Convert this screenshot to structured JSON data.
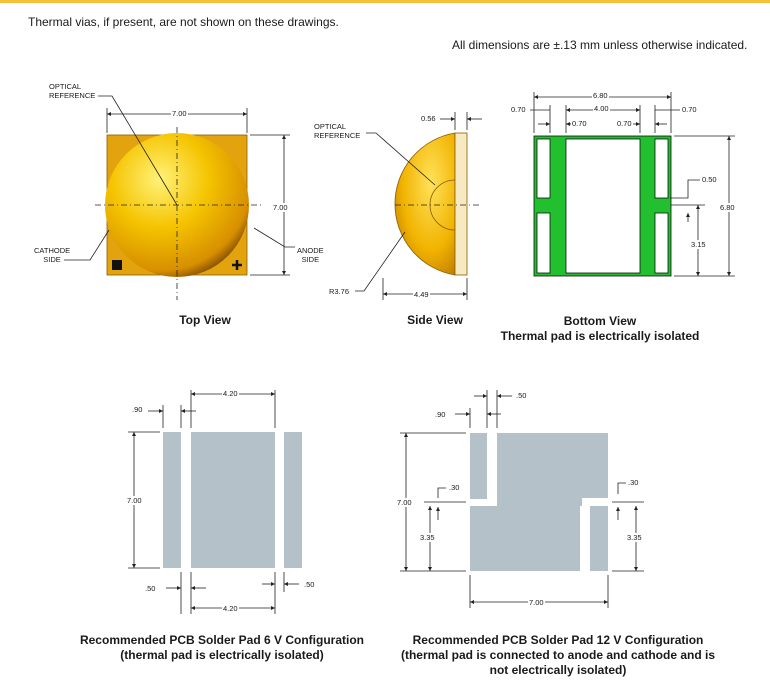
{
  "notes": {
    "thermal_vias": "Thermal vias, if present, are not shown on these drawings.",
    "tolerance": "All dimensions are ±.13 mm unless otherwise indicated."
  },
  "top_view": {
    "caption": "Top View",
    "optical_ref_1": "OPTICAL",
    "optical_ref_2": "REFERENCE",
    "cathode_1": "CATHODE",
    "cathode_2": "SIDE",
    "anode_1": "ANODE",
    "anode_2": "SIDE",
    "dim_width": "7.00",
    "dim_height": "7.00"
  },
  "side_view": {
    "caption": "Side View",
    "optical_ref_1": "OPTICAL",
    "optical_ref_2": "REFERENCE",
    "dim_thickness": "0.56",
    "dim_radius": "R3.76",
    "dim_width": "4.49"
  },
  "bottom_view": {
    "caption_1": "Bottom View",
    "caption_2": "Thermal pad is electrically isolated",
    "dim_total": "6.80",
    "dim_center": "4.00",
    "dim_left_outer": "0.70",
    "dim_left_inner": "0.70",
    "dim_right_inner": "0.70",
    "dim_right_outer": "0.70",
    "dim_gap": "0.50",
    "dim_height": "6.80",
    "dim_half": "3.15"
  },
  "pad_6v": {
    "caption_1": "Recommended PCB Solder Pad 6 V Configuration",
    "caption_2": "(thermal pad is electrically isolated)",
    "dim_top_width": "4.20",
    "dim_bottom_width": "4.20",
    "dim_side_width": ".90",
    "dim_height": "7.00",
    "dim_gap_left": ".50",
    "dim_gap_right": ".50"
  },
  "pad_12v": {
    "caption_1": "Recommended PCB Solder Pad 12 V Configuration",
    "caption_2": "(thermal pad is connected to anode and cathode and is",
    "caption_3": "not electrically isolated)",
    "dim_gap": ".50",
    "dim_side_width": ".90",
    "dim_height": "7.00",
    "dim_notch_left": ".30",
    "dim_notch_right": ".30",
    "dim_half_left": "3.35",
    "dim_half_right": "3.35",
    "dim_width": "7.00"
  },
  "colors": {
    "accent_line": "#f6c13a",
    "lens_yellow": "#f2b800",
    "package_body": "#e3a30f",
    "bottom_pads": "#22c02e",
    "pcb_pads": "#b4c1c9"
  }
}
